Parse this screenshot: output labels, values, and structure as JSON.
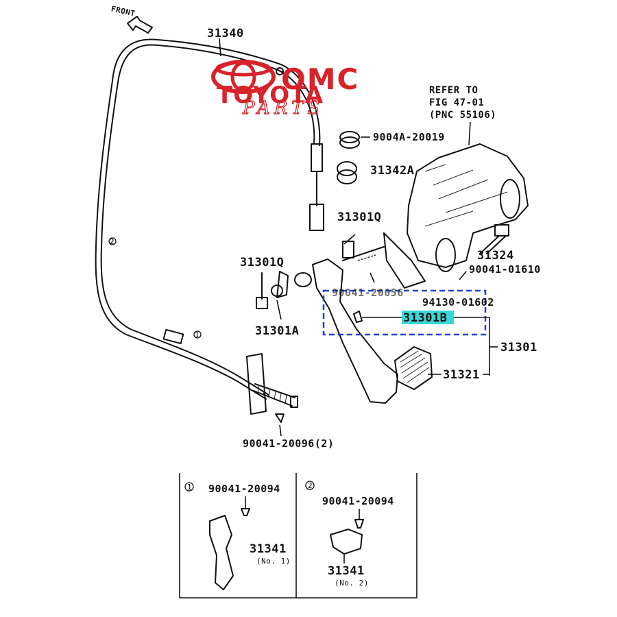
{
  "front_label": "FRONT",
  "parts": {
    "cable": "31340",
    "clip_upper": "9004A-20019",
    "bracket_ref": "31342A",
    "clevis_right": "31301Q",
    "clevis_left": "31301Q",
    "bolt_right": "31324",
    "nut_right": "90041-01610",
    "bushing": "31301A",
    "hidden_part": "90041-20056",
    "pin_clip": "94130-01602",
    "highlighted": "31301B",
    "pedal_assy": "31301",
    "pedal_pad": "31321",
    "spring_clip": "90041-20096(2)"
  },
  "reference": {
    "line1": "REFER TO",
    "line2": "FIG 47-01",
    "line3": "(PNC 55106)"
  },
  "inset": {
    "panel1": {
      "marker": "1",
      "clip": "90041-20094",
      "part": "31341",
      "note": "(No. 1)"
    },
    "panel2": {
      "marker": "2",
      "clip": "90041-20094",
      "part": "31341",
      "note": "(No. 2)"
    }
  },
  "watermark": {
    "line1": "OMC",
    "line2": "TOYOTA",
    "line3": "PARTS"
  },
  "colors": {
    "highlight": "#3ad6d6",
    "callout_box": "#1f3fd1",
    "watermark": "#d8232a"
  }
}
